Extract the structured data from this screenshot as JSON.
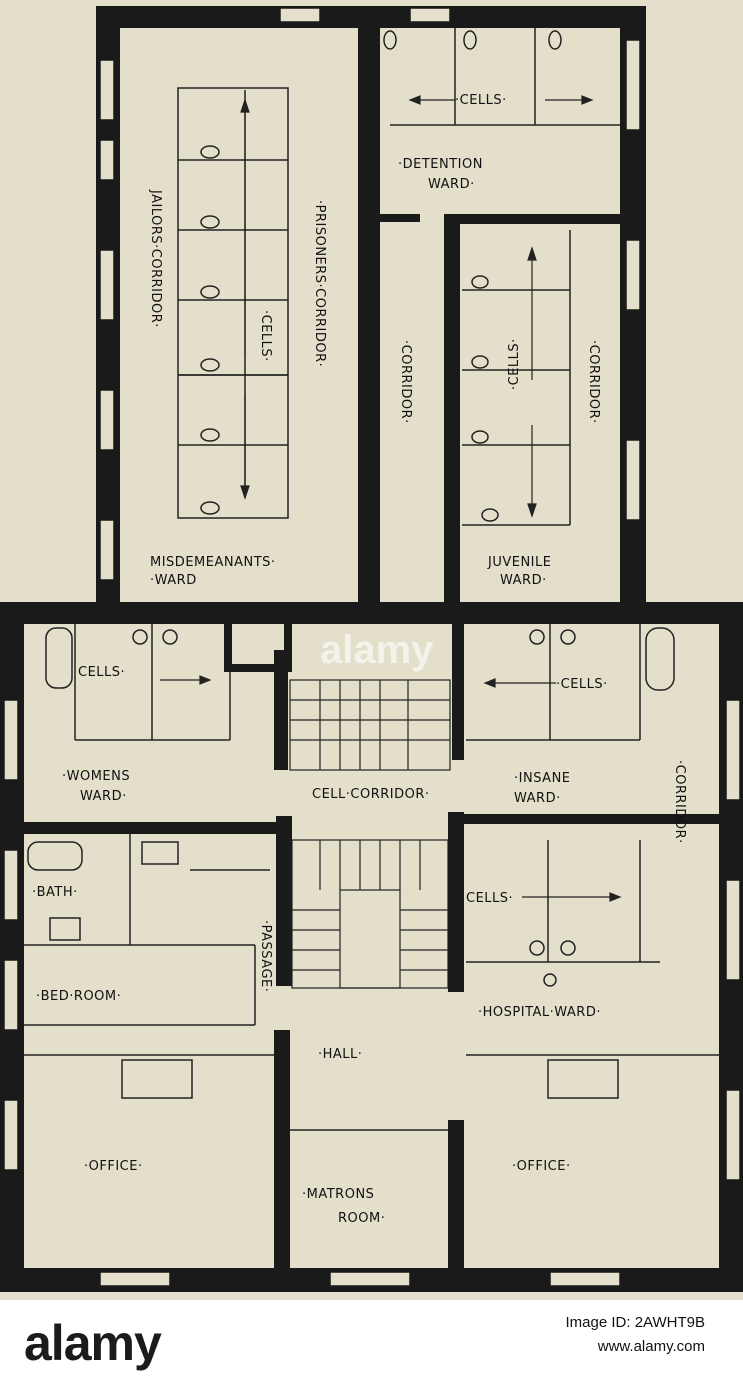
{
  "labels": {
    "jailors_corridor": "JAILORS·CORRIDOR·",
    "prisoners_corridor": "·PRISONERS·CORRIDOR·",
    "cells_upper_left": "·CELLS·",
    "misdemeanants_ward_1": "MISDEMEANANTS·",
    "misdemeanants_ward_2": "·WARD",
    "cells_detention": "·CELLS·",
    "detention_ward_1": "·DETENTION",
    "detention_ward_2": "WARD·",
    "corridor_center": "·CORRIDOR·",
    "cells_juvenile": "·CELLS·",
    "corridor_juvenile": "·CORRIDOR·",
    "juvenile_ward_1": "JUVENILE",
    "juvenile_ward_2": "WARD·",
    "cells_womens": "CELLS·",
    "womens_ward_1": "·WOMENS",
    "womens_ward_2": "WARD·",
    "cell_corridor": "CELL·CORRIDOR·",
    "cells_insane": "·CELLS·",
    "insane_ward_1": "·INSANE",
    "insane_ward_2": "WARD·",
    "corridor_right": "·CORRIDOR·",
    "bath": "·BATH·",
    "bed_room": "·BED·ROOM·",
    "passage": "·PASSAGE·",
    "cells_hospital": "CELLS·",
    "hospital_ward": "·HOSPITAL·WARD·",
    "hall": "·HALL·",
    "office_left": "·OFFICE·",
    "matrons_room_1": "·MATRONS",
    "matrons_room_2": "ROOM·",
    "office_right": "·OFFICE·"
  },
  "watermark": {
    "brand": "alamy",
    "image_id": "Image ID: 2AWHT9B",
    "url": "www.alamy.com",
    "overlay": "alamy"
  },
  "colors": {
    "wall": "#1a1a1a",
    "paper": "#e3dfcb",
    "line": "#222222"
  }
}
